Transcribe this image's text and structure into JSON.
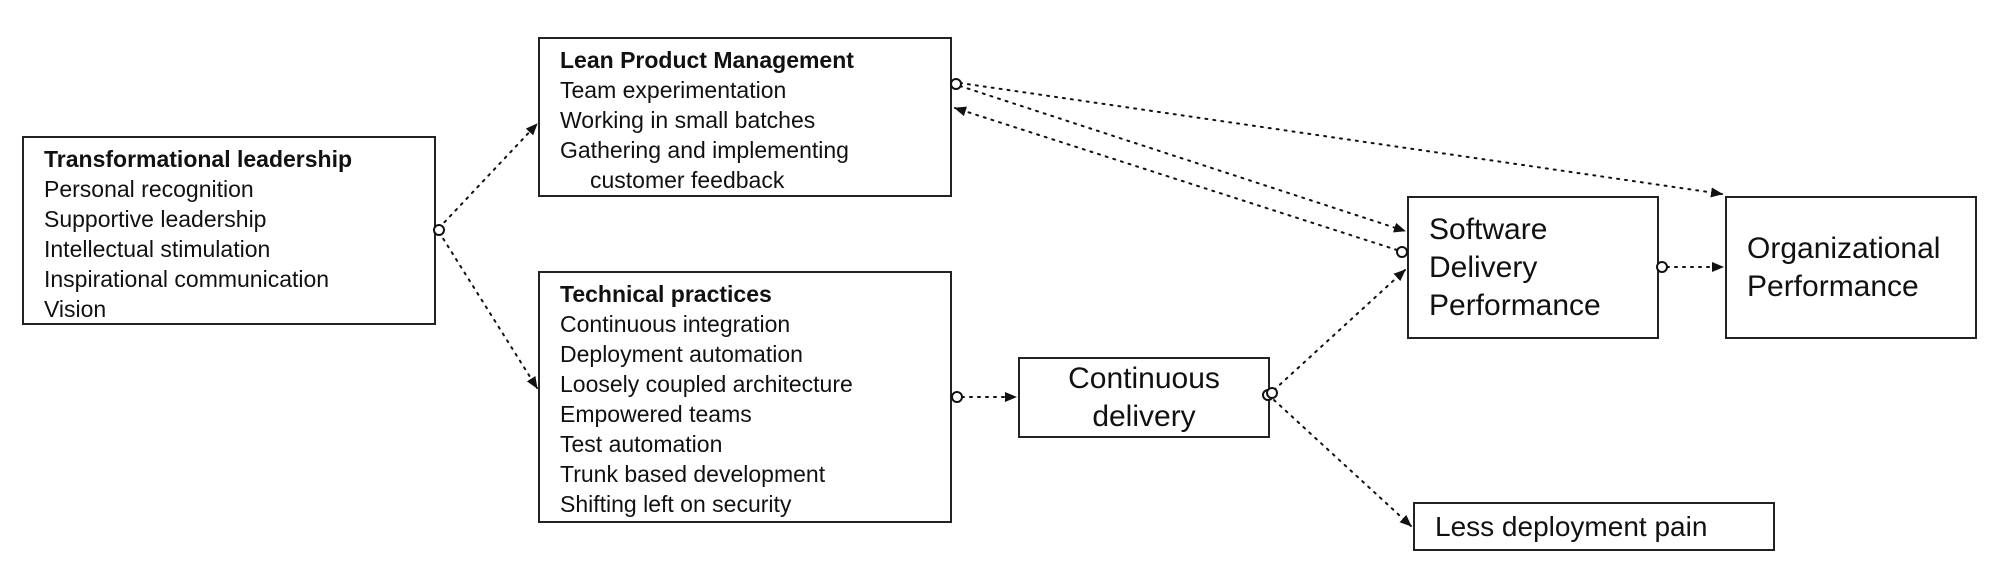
{
  "nodes": {
    "transformational_leadership": {
      "title": "Transformational leadership",
      "items": [
        "Personal recognition",
        "Supportive leadership",
        "Intellectual stimulation",
        "Inspirational communication",
        "Vision"
      ]
    },
    "lean_product_management": {
      "title": "Lean Product Management",
      "items": [
        "Team experimentation",
        "Working in small batches",
        "Gathering and implementing",
        "customer feedback"
      ]
    },
    "technical_practices": {
      "title": "Technical practices",
      "items": [
        "Continuous integration",
        "Deployment automation",
        "Loosely coupled architecture",
        "Empowered teams",
        "Test automation",
        "Trunk based development",
        "Shifting left on security"
      ]
    },
    "continuous_delivery": {
      "label": "Continuous\ndelivery"
    },
    "software_delivery_performance": {
      "label": "Software\nDelivery\nPerformance"
    },
    "organizational_performance": {
      "label": "Organizational\nPerformance"
    },
    "less_deployment_pain": {
      "label": "Less deployment pain"
    }
  },
  "edges": [
    {
      "from": "transformational_leadership",
      "to": "lean_product_management",
      "style": "dotted"
    },
    {
      "from": "transformational_leadership",
      "to": "technical_practices",
      "style": "dotted"
    },
    {
      "from": "lean_product_management",
      "to": "software_delivery_performance",
      "style": "dotted"
    },
    {
      "from": "lean_product_management",
      "to": "organizational_performance",
      "style": "dotted"
    },
    {
      "from": "software_delivery_performance",
      "to": "lean_product_management",
      "style": "dotted"
    },
    {
      "from": "technical_practices",
      "to": "continuous_delivery",
      "style": "dotted"
    },
    {
      "from": "continuous_delivery",
      "to": "software_delivery_performance",
      "style": "dotted"
    },
    {
      "from": "continuous_delivery",
      "to": "less_deployment_pain",
      "style": "dotted"
    },
    {
      "from": "software_delivery_performance",
      "to": "organizational_performance",
      "style": "dotted"
    }
  ]
}
